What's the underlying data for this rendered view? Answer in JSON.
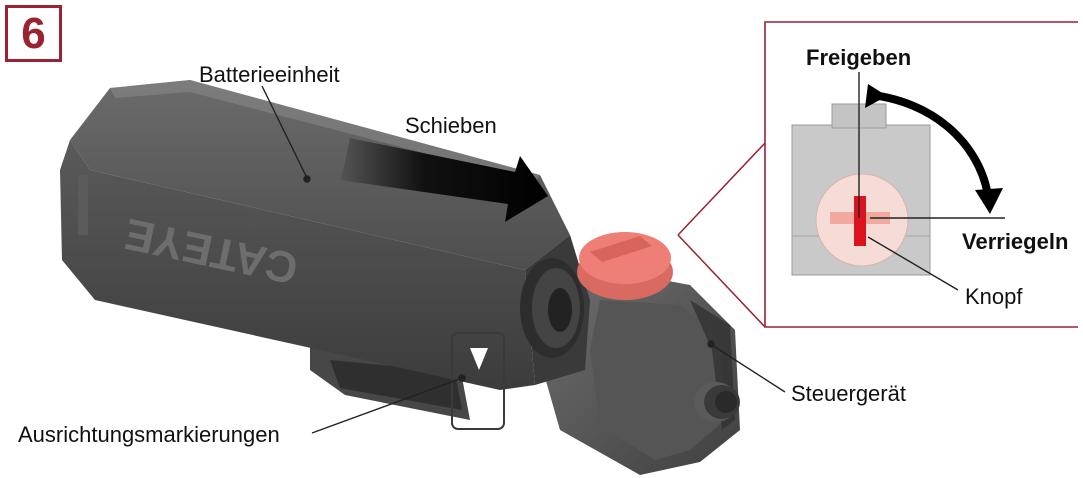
{
  "step_number": "6",
  "labels": {
    "battery_unit": "Batterieeinheit",
    "slide": "Schieben",
    "alignment_marks": "Ausrichtungsmarkierungen",
    "control_unit": "Steuergerät",
    "brand_embossing": "CATEYE"
  },
  "inset": {
    "release": "Freigeben",
    "lock": "Verriegeln",
    "knob": "Knopf"
  },
  "colors": {
    "frame": "#9b2230",
    "device_body": "#4a4a4a",
    "knob": "#ef7f76",
    "knob_indicator": "#d9141f",
    "knob_face": "#f6dcd6"
  }
}
